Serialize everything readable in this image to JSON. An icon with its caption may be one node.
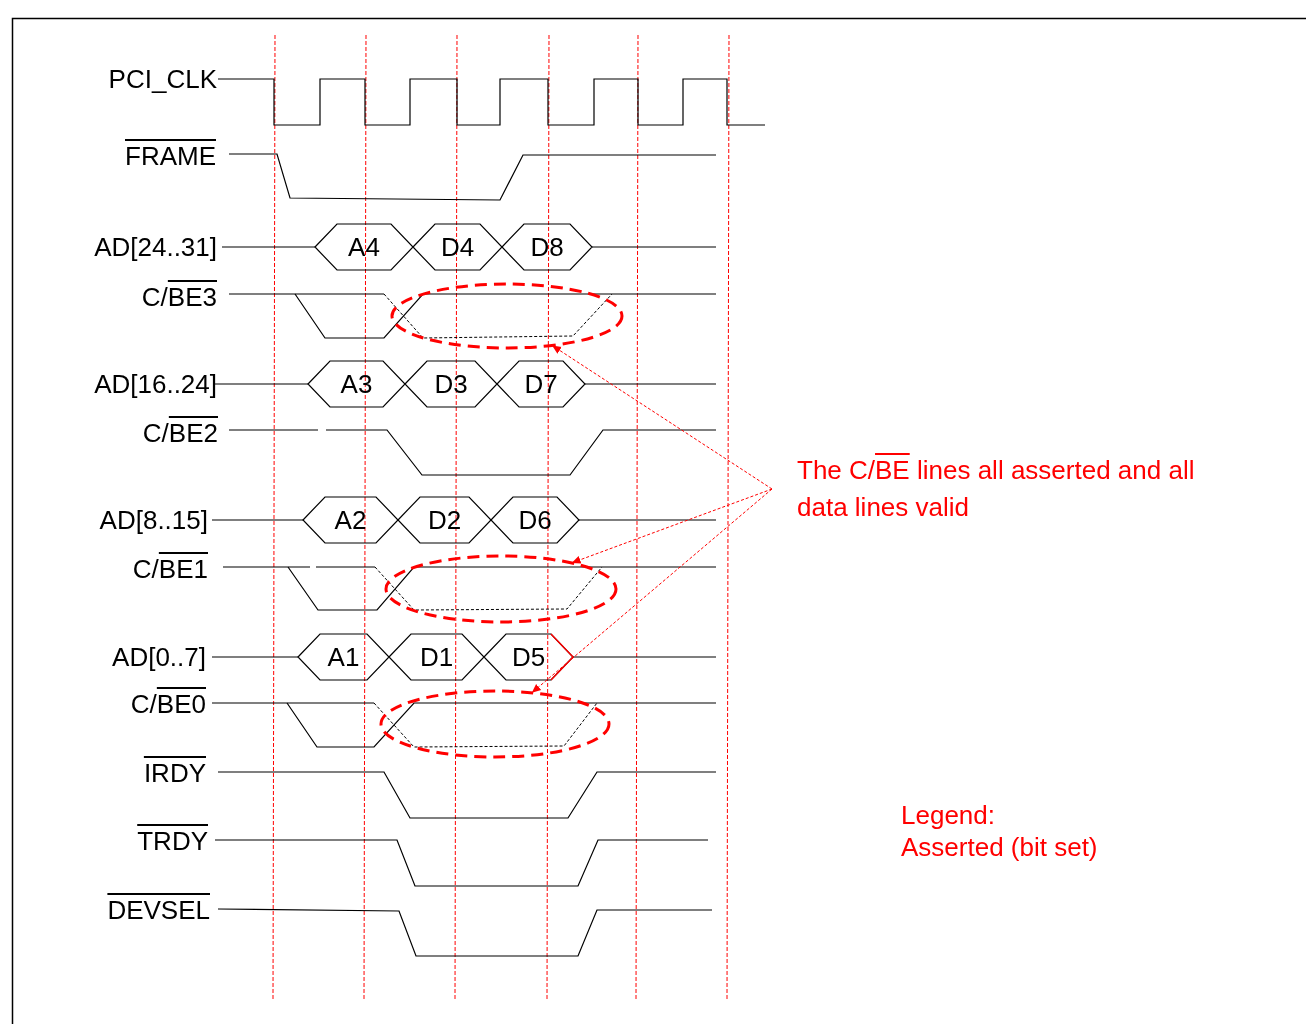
{
  "diagram": {
    "nodes": [
      {
        "text": [
          "The C/BE lines all asserted and all data lines valid"
        ]
      },
      {
        "text": [],
        "shape": "ellipse"
      },
      {
        "text": [],
        "shape": "ellipse"
      },
      {
        "text": [],
        "shape": "ellipse"
      }
    ],
    "edges": [
      {
        "from": 0,
        "to": 1,
        "arrow": "to"
      },
      {
        "from": 0,
        "to": 2,
        "arrow": "to"
      },
      {
        "from": 0,
        "to": 3,
        "arrow": "to"
      }
    ],
    "labels": [
      "PCI_CLK",
      "FRAME",
      "AD[24..31]",
      "A4",
      "D4",
      "D8",
      "C/BE3",
      "AD[16..24]",
      "A3",
      "D3",
      "D7",
      "C/BE2",
      "AD[8..15]",
      "A2",
      "D2",
      "D6",
      "C/BE1",
      "AD[0..7]",
      "A1",
      "D1",
      "D5",
      "C/BE0",
      "IRDY",
      "TRDY",
      "DEVSEL",
      "Legend:",
      "Asserted (bit set)"
    ]
  }
}
